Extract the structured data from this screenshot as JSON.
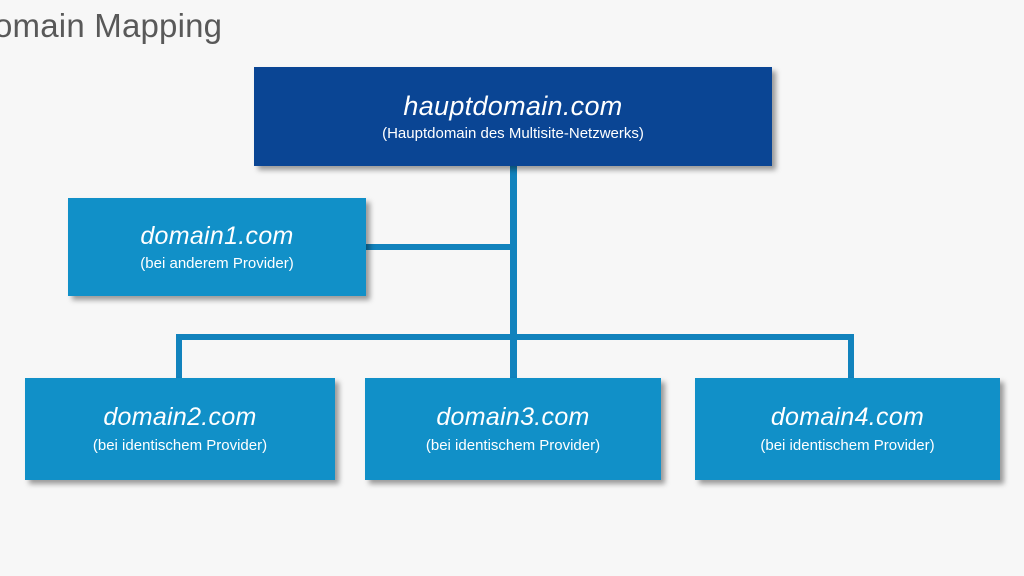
{
  "slide": {
    "title": "omain Mapping",
    "background_color": "#f7f7f7",
    "title_color": "#595959"
  },
  "colors": {
    "root_box": "#0a4594",
    "child_box": "#1190c8",
    "connector": "#1283bd",
    "text": "#ffffff"
  },
  "diagram": {
    "type": "tree",
    "root": {
      "id": "hauptdomain",
      "title": "hauptdomain.com",
      "subtitle": "(Hauptdomain des Multisite-Netzwerks)"
    },
    "children": [
      {
        "id": "domain1",
        "title": "domain1.com",
        "subtitle": "(bei anderem Provider)"
      },
      {
        "id": "domain2",
        "title": "domain2.com",
        "subtitle": "(bei identischem Provider)"
      },
      {
        "id": "domain3",
        "title": "domain3.com",
        "subtitle": "(bei identischem Provider)"
      },
      {
        "id": "domain4",
        "title": "domain4.com",
        "subtitle": "(bei identischem Provider)"
      }
    ],
    "connectors": [
      {
        "id": "trunk-main",
        "from": "hauptdomain",
        "to": "domain3"
      },
      {
        "id": "link-domain1",
        "from": "hauptdomain",
        "to": "domain1"
      },
      {
        "id": "bus-bottom",
        "from": "hauptdomain",
        "to": "domain2-domain4"
      },
      {
        "id": "drop-domain2",
        "from": "bus",
        "to": "domain2"
      },
      {
        "id": "drop-domain4",
        "from": "bus",
        "to": "domain4"
      }
    ]
  }
}
